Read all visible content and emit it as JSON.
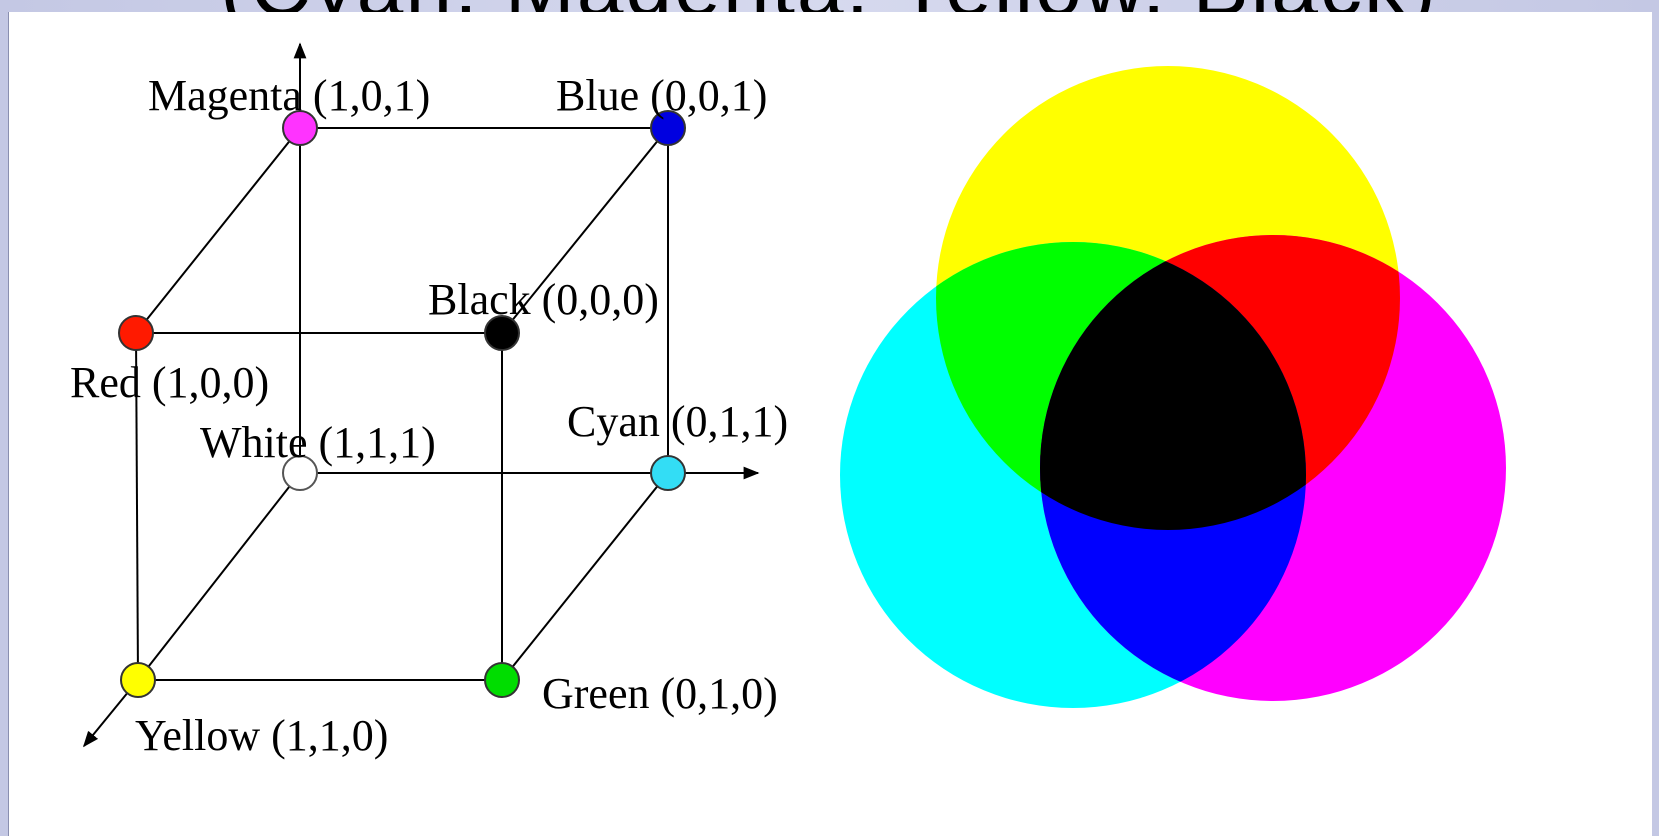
{
  "slide": {
    "title_fragment": "(Cyan, Magenta, Yellow, Black)"
  },
  "cube": {
    "vertices": [
      {
        "id": "magenta",
        "label": "Magenta (1,0,1)",
        "color": "#ff33ff"
      },
      {
        "id": "blue",
        "label": "Blue (0,0,1)",
        "color": "#0000e0"
      },
      {
        "id": "black",
        "label": "Black (0,0,0)",
        "color": "#000000"
      },
      {
        "id": "red",
        "label": "Red (1,0,0)",
        "color": "#ff1a00"
      },
      {
        "id": "white",
        "label": "White (1,1,1)",
        "color": "#ffffff"
      },
      {
        "id": "cyan",
        "label": "Cyan (0,1,1)",
        "color": "#33ddf5"
      },
      {
        "id": "yellow",
        "label": "Yellow (1,1,0)",
        "color": "#ffff00"
      },
      {
        "id": "green",
        "label": "Green (0,1,0)",
        "color": "#00dd00"
      }
    ]
  },
  "venn": {
    "circles": [
      {
        "id": "yellow",
        "color": "#ffff00"
      },
      {
        "id": "cyan",
        "color": "#00ffff"
      },
      {
        "id": "magenta",
        "color": "#ff00ff"
      }
    ],
    "overlaps": [
      {
        "id": "yellow-cyan",
        "color": "#00ff00"
      },
      {
        "id": "yellow-magenta",
        "color": "#ff0000"
      },
      {
        "id": "cyan-magenta",
        "color": "#0000ff"
      },
      {
        "id": "all",
        "color": "#000000"
      }
    ]
  }
}
